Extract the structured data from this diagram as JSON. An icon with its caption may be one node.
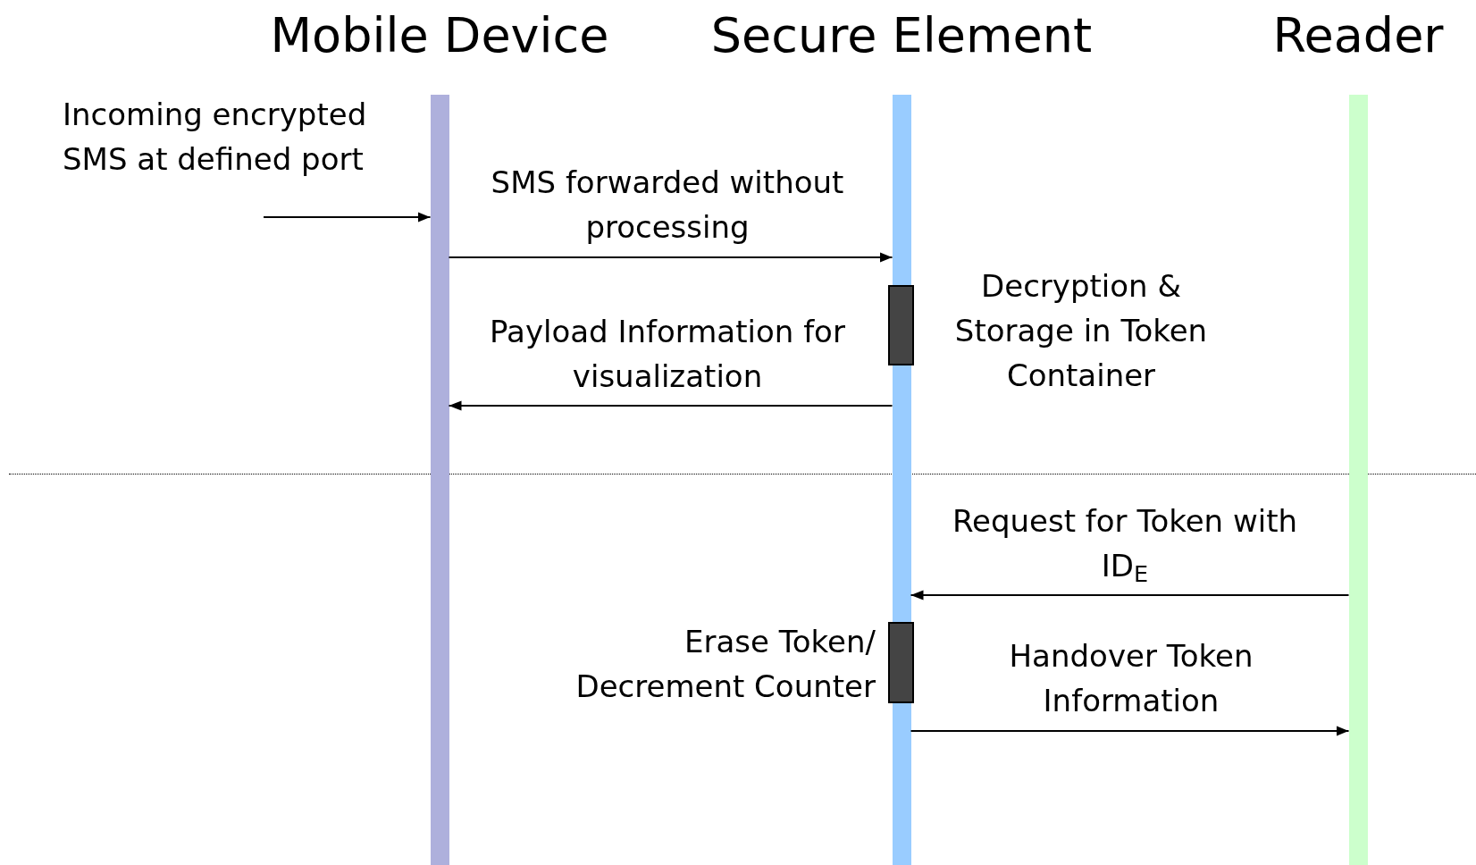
{
  "diagram": {
    "nodes": [
      {
        "text": [
          "Mobile Device"
        ]
      },
      {
        "text": [
          "Secure Element"
        ]
      },
      {
        "text": [
          "Reader"
        ]
      },
      {
        "text": [],
        "shape": "box",
        "beside": [
          "Decryption & Storage in Token Container"
        ]
      },
      {
        "text": [],
        "shape": "box",
        "beside": [
          "Erase Token/ Decrement Counter"
        ]
      }
    ],
    "edges": [
      {
        "from": null,
        "to": 0,
        "arrow": "to",
        "label": "Incoming encrypted SMS at defined port"
      },
      {
        "from": 0,
        "to": 1,
        "arrow": "to",
        "label": "SMS forwarded without processing"
      },
      {
        "from": 1,
        "to": 0,
        "arrow": "to",
        "label": "Payload Information for visualization"
      },
      {
        "from": 2,
        "to": 1,
        "arrow": "to",
        "label": "Request for Token with ID$_{E}$"
      },
      {
        "from": 1,
        "to": 2,
        "arrow": "to",
        "label": "Handover Token Information"
      }
    ]
  }
}
